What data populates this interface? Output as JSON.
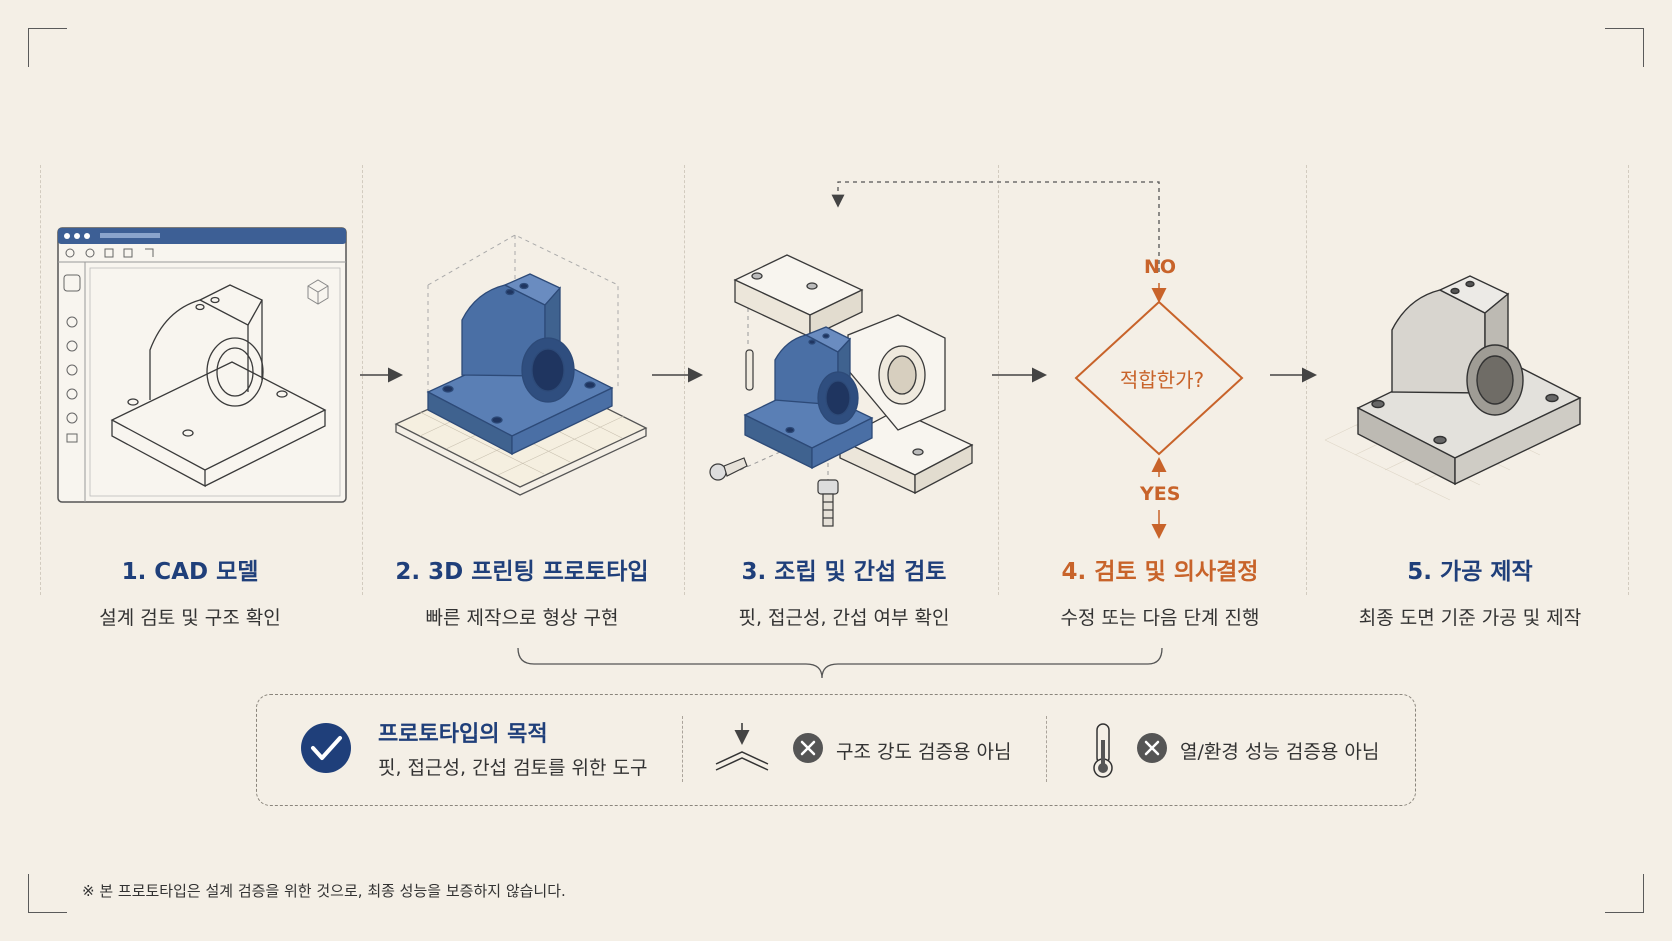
{
  "steps": [
    {
      "title": "1. CAD 모델",
      "desc": "설계 검토 및 구조 확인"
    },
    {
      "title": "2. 3D 프린팅 프로토타입",
      "desc": "빠른 제작으로 형상 구현"
    },
    {
      "title": "3. 조립 및 간섭 검토",
      "desc": "핏, 접근성, 간섭 여부 확인"
    },
    {
      "title": "4. 검토 및 의사결정",
      "desc": "수정 또는 다음 단계 진행"
    },
    {
      "title": "5. 가공 제작",
      "desc": "최종 도면 기준 가공 및 제작"
    }
  ],
  "decision": {
    "question": "적합한가?",
    "no": "NO",
    "yes": "YES"
  },
  "purpose": {
    "title": "프로토타입의 목적",
    "subtitle": "핏, 접근성, 간섭 검토를 위한 도구",
    "not_for": [
      "구조 강도 검증용 아님",
      "열/환경 성능 검증용 아님"
    ]
  },
  "footnote": "※ 본 프로토타입은 설계 검증을 위한 것으로, 최종 성능을 보증하지 않습니다.",
  "colors": {
    "blue": "#1f3f7a",
    "part_blue": "#4a6fa5",
    "orange": "#c8632a",
    "background": "#f4efe6"
  },
  "icons": [
    "cad-window-icon",
    "check-circle-icon",
    "load-arrow-icon",
    "x-circle-icon",
    "thermometer-icon"
  ]
}
